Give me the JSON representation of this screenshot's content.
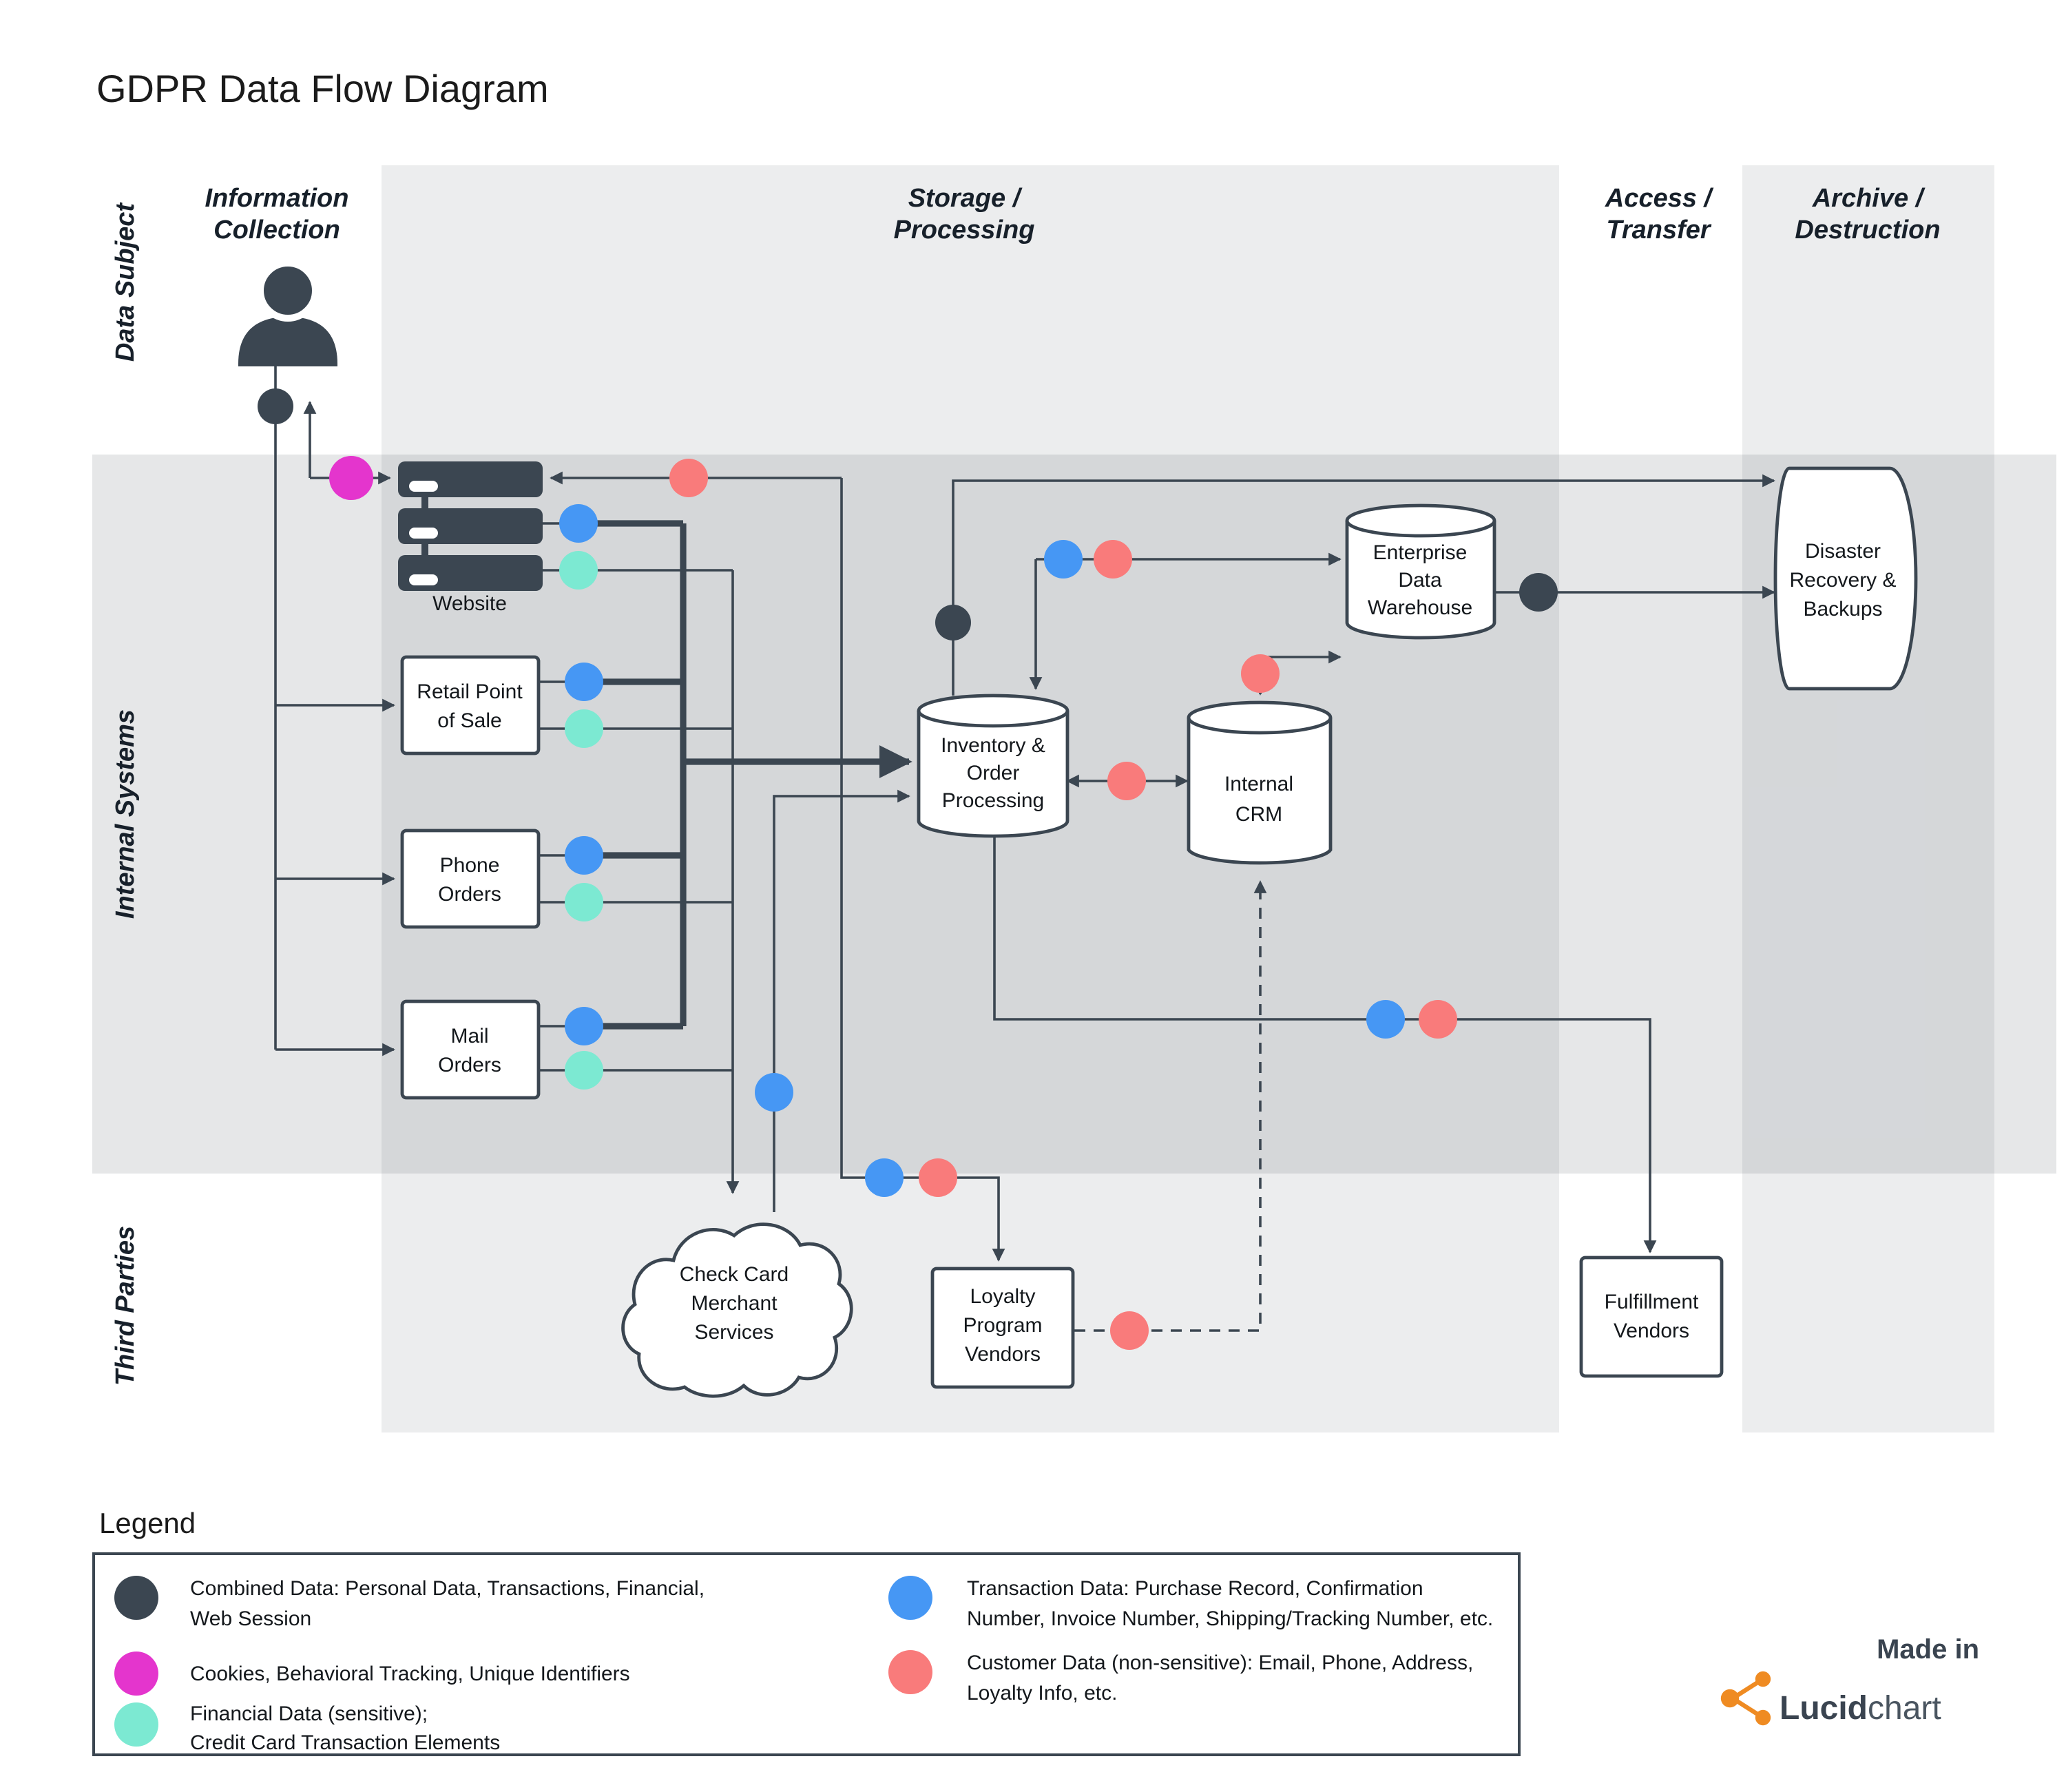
{
  "title": "GDPR Data Flow Diagram",
  "palette": {
    "dark": "#3b4651",
    "blue": "#4697f4",
    "red": "#f97b7b",
    "teal": "#7ce9d2",
    "magenta": "#e435cd",
    "band": "#ecedee",
    "overlay": "rgba(59,70,81,0.13)",
    "orange": "#ef8b22",
    "ink": "#1b1b1b"
  },
  "columns": [
    {
      "lines": [
        "Information",
        "Collection"
      ]
    },
    {
      "lines": [
        "Storage /",
        "Processing"
      ]
    },
    {
      "lines": [
        "Access /",
        "Transfer"
      ]
    },
    {
      "lines": [
        "Archive /",
        "Destruction"
      ]
    }
  ],
  "rows": [
    {
      "label": "Data Subject"
    },
    {
      "label": "Internal Systems"
    },
    {
      "label": "Third Parties"
    }
  ],
  "nodes": {
    "website": {
      "label": "Website"
    },
    "retail": {
      "lines": [
        "Retail Point",
        "of Sale"
      ]
    },
    "phone": {
      "lines": [
        "Phone",
        "Orders"
      ]
    },
    "mail": {
      "lines": [
        "Mail",
        "Orders"
      ]
    },
    "inventory": {
      "lines": [
        "Inventory &",
        "Order",
        "Processing"
      ]
    },
    "crm": {
      "lines": [
        "Internal",
        "CRM"
      ]
    },
    "edw": {
      "lines": [
        "Enterprise",
        "Data",
        "Warehouse"
      ]
    },
    "disaster": {
      "lines": [
        "Disaster",
        "Recovery &",
        "Backups"
      ]
    },
    "cloud": {
      "lines": [
        "Check Card",
        "Merchant",
        "Services"
      ]
    },
    "loyalty": {
      "lines": [
        "Loyalty",
        "Program",
        "Vendors"
      ]
    },
    "fulfillment": {
      "lines": [
        "Fulfillment",
        "Vendors"
      ]
    }
  },
  "legend": {
    "title": "Legend",
    "items": [
      {
        "type": "combined-data",
        "color": "dark",
        "lines": [
          "Combined Data: Personal Data, Transactions, Financial,",
          "Web Session"
        ]
      },
      {
        "type": "cookies",
        "color": "magenta",
        "lines": [
          "Cookies, Behavioral Tracking, Unique Identifiers"
        ]
      },
      {
        "type": "financial-data",
        "color": "teal",
        "lines": [
          "Financial Data (sensitive);",
          "Credit Card Transaction Elements"
        ]
      },
      {
        "type": "transaction-data",
        "color": "blue",
        "lines": [
          "Transaction Data: Purchase Record, Confirmation",
          "Number, Invoice Number, Shipping/Tracking Number, etc."
        ]
      },
      {
        "type": "customer-data",
        "color": "red",
        "lines": [
          "Customer Data (non-sensitive): Email, Phone, Address,",
          "Loyalty Info, etc."
        ]
      }
    ]
  },
  "footer": {
    "made_in": "Made in",
    "brand_bold": "Lucid",
    "brand_light": "chart"
  }
}
